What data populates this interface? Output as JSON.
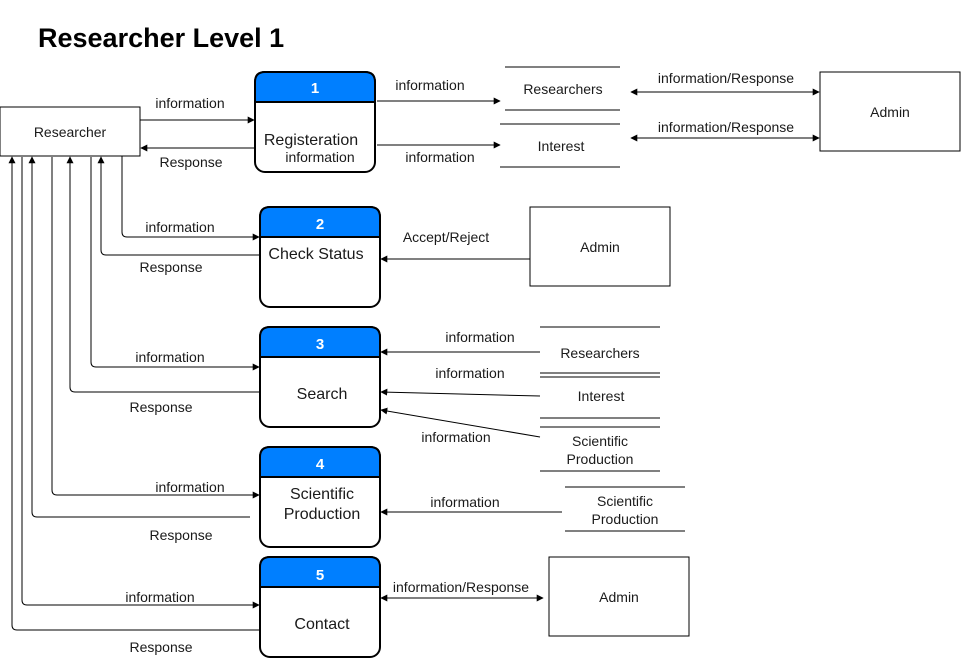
{
  "title": "Researcher Level 1",
  "colors": {
    "process_header": "#007FFF",
    "stroke": "#000000",
    "background": "#FFFFFF"
  },
  "entities": {
    "researcher": "Researcher",
    "admin_1": "Admin",
    "admin_2": "Admin",
    "admin_3": "Admin"
  },
  "processes": [
    {
      "number": "1",
      "name": "Registeration",
      "subtitle": "information"
    },
    {
      "number": "2",
      "name": "Check Status"
    },
    {
      "number": "3",
      "name": "Search"
    },
    {
      "number": "4",
      "name_line1": "Scientific",
      "name_line2": "Production"
    },
    {
      "number": "5",
      "name": "Contact"
    }
  ],
  "stores": {
    "researchers_1": "Researchers",
    "interest_1": "Interest",
    "researchers_2": "Researchers",
    "interest_2": "Interest",
    "sci_prod_1_line1": "Scientific",
    "sci_prod_1_line2": "Production",
    "sci_prod_2_line1": "Scientific",
    "sci_prod_2_line2": "Production"
  },
  "flows": {
    "r_to_p1": "information",
    "p1_to_r": "Response",
    "p1_to_researchers": "information",
    "p1_to_interest": "information",
    "researchers_admin": "information/Response",
    "interest_admin": "information/Response",
    "r_to_p2": "information",
    "p2_to_r": "Response",
    "admin_to_p2": "Accept/Reject",
    "r_to_p3": "information",
    "p3_to_r": "Response",
    "researchers_to_p3": "information",
    "interest_to_p3": "information",
    "sciprod_to_p3": "information",
    "r_to_p4": "information",
    "p4_to_r": "Response",
    "sciprod_to_p4": "information",
    "r_to_p5": "information",
    "p5_to_r": "Response",
    "p5_admin": "information/Response"
  }
}
